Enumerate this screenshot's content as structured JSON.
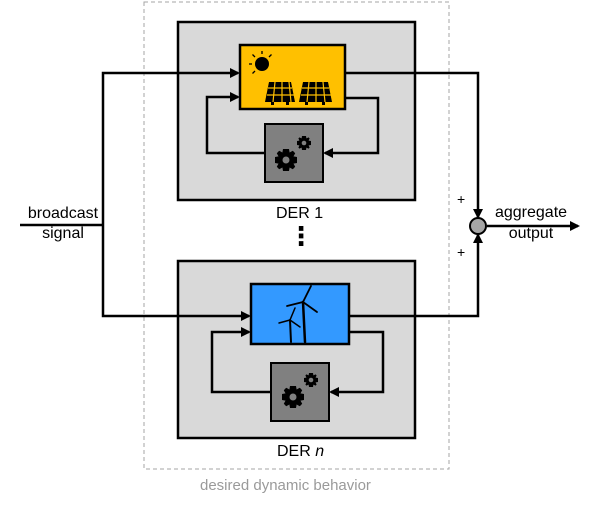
{
  "input": {
    "line1": "broadcast",
    "line2": "signal"
  },
  "output": {
    "line1": "aggregate",
    "line2": "output"
  },
  "der_top": {
    "label": "DER 1"
  },
  "der_bottom": {
    "label_prefix": "DER ",
    "label_var": "n"
  },
  "ellipsis": "⋮",
  "summing": {
    "top_sign": "+",
    "bottom_sign": "+"
  },
  "region_caption": "desired dynamic behavior",
  "colors": {
    "solar_block": "#FFC000",
    "wind_block": "#3399FF",
    "controller_block": "#808080",
    "der_box": "#D9D9D9",
    "summing_node": "#A6A6A6",
    "region_border": "#A6A6A6"
  },
  "icons": [
    "sun-icon",
    "solar-panel-icon",
    "wind-turbine-icon",
    "gears-icon"
  ]
}
